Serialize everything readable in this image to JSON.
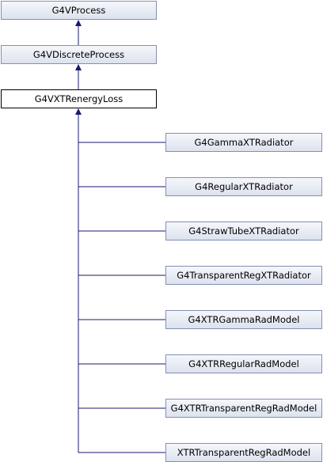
{
  "diagram": {
    "colors": {
      "edge": "#191970",
      "node_border": "#848fb5",
      "node_fill": "#e6eaf3",
      "current_border": "#000000",
      "current_fill": "#ffffff"
    },
    "ancestors": [
      {
        "id": "g4vprocess",
        "label": "G4VProcess"
      },
      {
        "id": "g4vdiscreteprocess",
        "label": "G4VDiscreteProcess"
      }
    ],
    "current": {
      "id": "g4vxtrenergyloss",
      "label": "G4VXTRenergyLoss"
    },
    "children": [
      {
        "id": "g4gammaxtradiator",
        "label": "G4GammaXTRadiator"
      },
      {
        "id": "g4regularxtradiator",
        "label": "G4RegularXTRadiator"
      },
      {
        "id": "g4strawtubextradiator",
        "label": "G4StrawTubeXTRadiator"
      },
      {
        "id": "g4transparentregxtradiator",
        "label": "G4TransparentRegXTRadiator"
      },
      {
        "id": "g4xtrgammaradmodel",
        "label": "G4XTRGammaRadModel"
      },
      {
        "id": "g4xtrregularradmodel",
        "label": "G4XTRRegularRadModel"
      },
      {
        "id": "g4xtrtransparentregradmodel",
        "label": "G4XTRTransparentRegRadModel"
      },
      {
        "id": "xtrtransparentregradmodel",
        "label": "XTRTransparentRegRadModel"
      }
    ]
  }
}
